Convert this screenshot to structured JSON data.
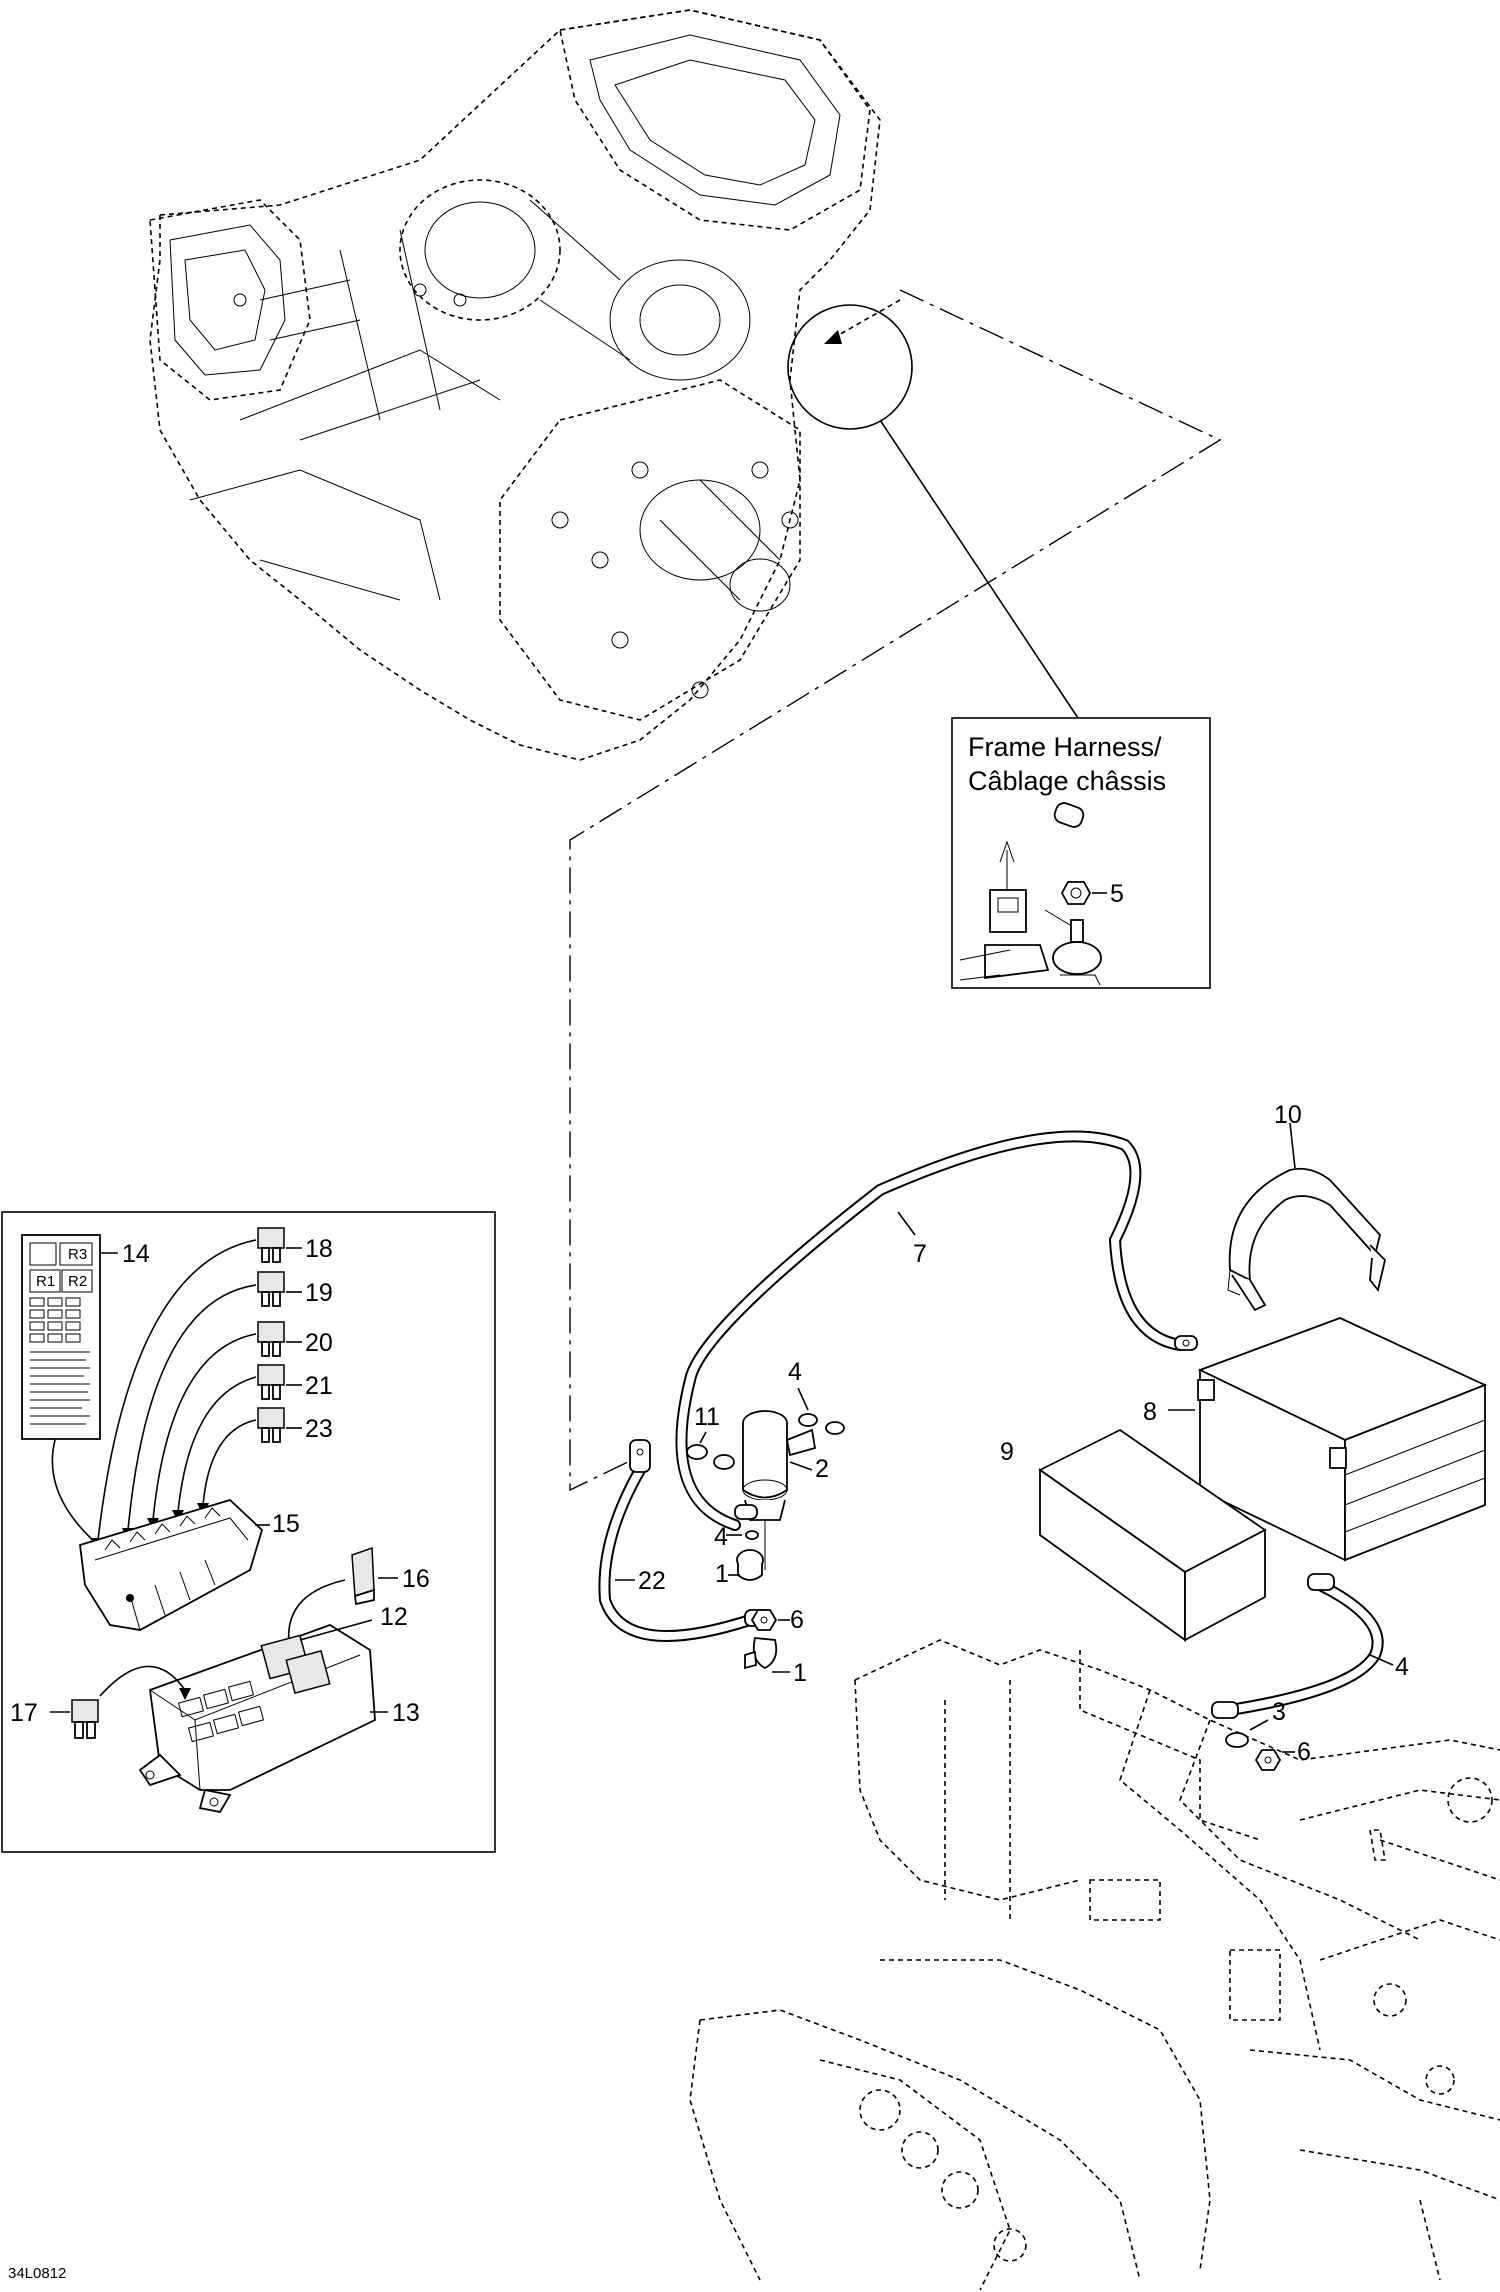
{
  "drawing_code": "34L0812",
  "inset": {
    "title_line1": "Frame Harness/",
    "title_line2": "Câblage châssis"
  },
  "callouts": {
    "c1a": "1",
    "c1b": "1",
    "c2": "2",
    "c3": "3",
    "c4a": "4",
    "c4b": "4",
    "c4c": "4",
    "c5": "5",
    "c6a": "6",
    "c6b": "6",
    "c7": "7",
    "c8": "8",
    "c9": "9",
    "c10": "10",
    "c11": "11",
    "c12": "12",
    "c13": "13",
    "c14": "14",
    "c15": "15",
    "c16": "16",
    "c17": "17",
    "c18": "18",
    "c19": "19",
    "c20": "20",
    "c21": "21",
    "c22": "22",
    "c23": "23"
  },
  "fuse_panel_label": {
    "r3": "R3",
    "r1": "R1",
    "r2": "R2"
  }
}
